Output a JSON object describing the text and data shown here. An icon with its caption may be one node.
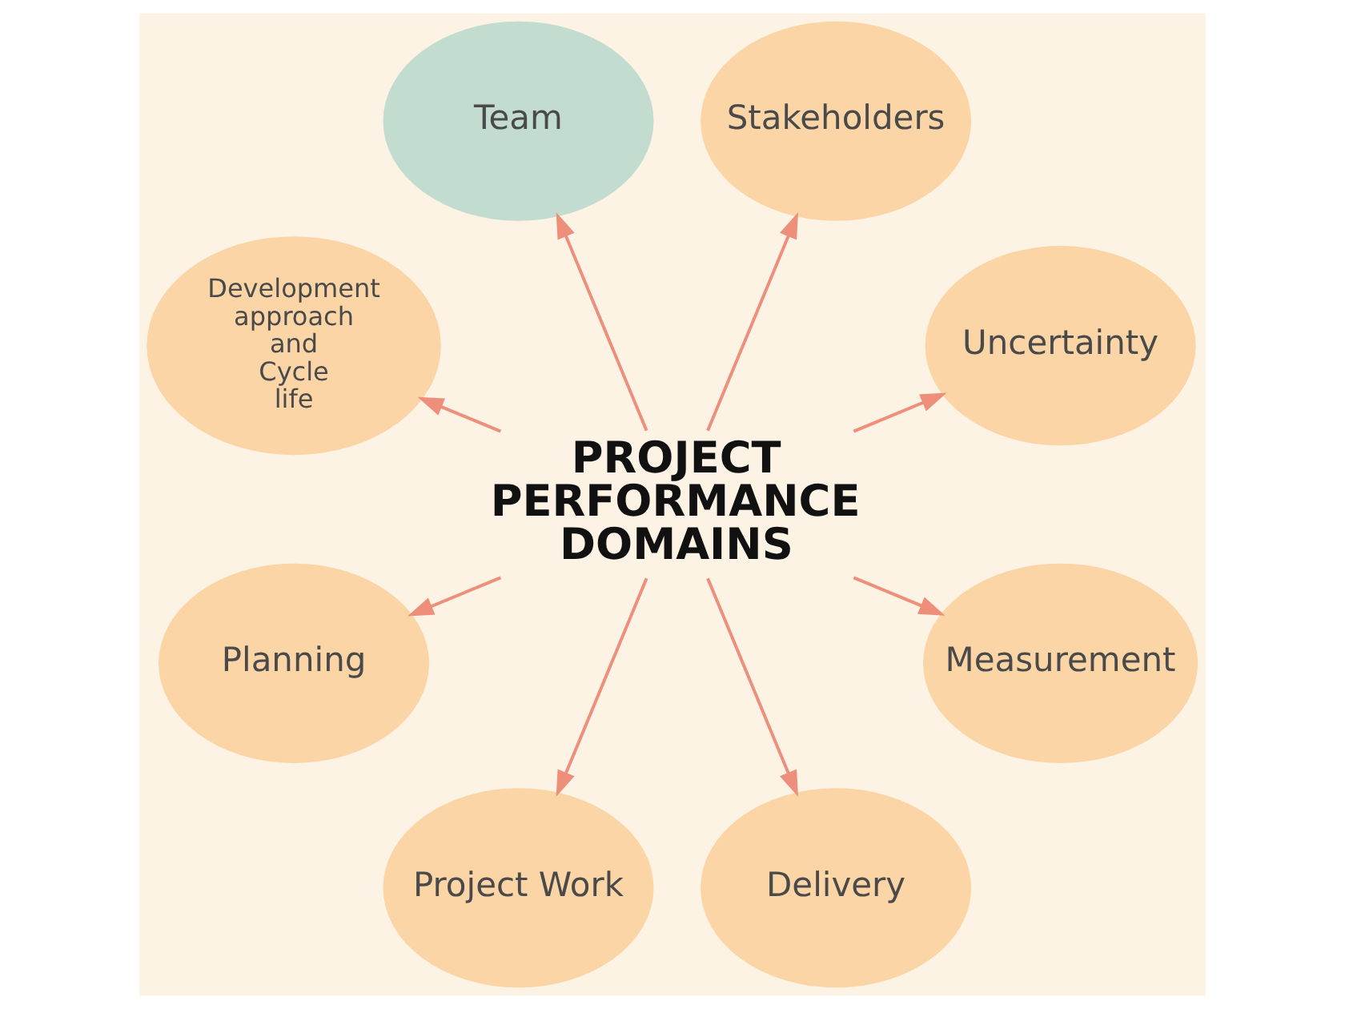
{
  "diagram": {
    "nodes": [
      {
        "text": [
          "PROJECT PERFORMANCE DOMAINS"
        ]
      },
      {
        "text": [
          "Uncertainty"
        ]
      },
      {
        "text": [
          "Stakeholders"
        ]
      },
      {
        "text": [
          "Team"
        ]
      },
      {
        "text": [
          "Development approach and Cycle life"
        ]
      },
      {
        "text": [
          "Planning"
        ]
      },
      {
        "text": [
          "Project Work"
        ]
      },
      {
        "text": [
          "Delivery"
        ]
      },
      {
        "text": [
          "Measurement"
        ]
      }
    ],
    "edges": [
      {
        "from": 0,
        "to": 1,
        "arrow": "to"
      },
      {
        "from": 0,
        "to": 2,
        "arrow": "to"
      },
      {
        "from": 0,
        "to": 3,
        "arrow": "to"
      },
      {
        "from": 0,
        "to": 4,
        "arrow": "to"
      },
      {
        "from": 0,
        "to": 5,
        "arrow": "to"
      },
      {
        "from": 0,
        "to": 6,
        "arrow": "to"
      },
      {
        "from": 0,
        "to": 7,
        "arrow": "to"
      },
      {
        "from": 0,
        "to": 8,
        "arrow": "to"
      }
    ]
  }
}
